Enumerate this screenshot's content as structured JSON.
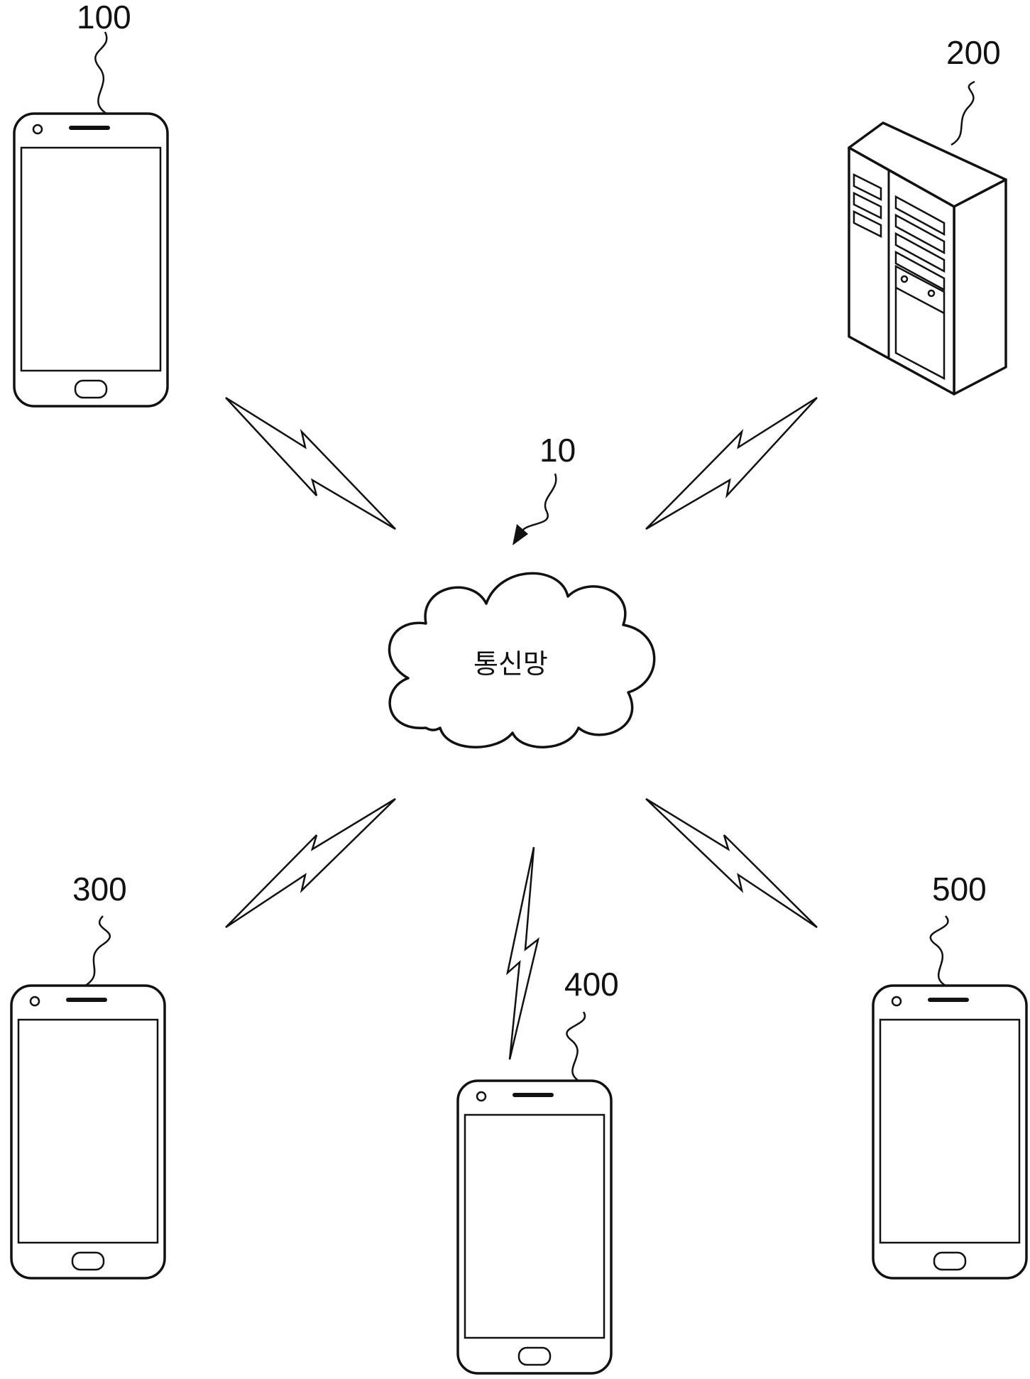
{
  "network": {
    "label": "통신망",
    "ref": "10"
  },
  "devices": [
    {
      "id": "device-100",
      "ref": "100",
      "kind": "smartphone"
    },
    {
      "id": "device-200",
      "ref": "200",
      "kind": "server"
    },
    {
      "id": "device-300",
      "ref": "300",
      "kind": "smartphone"
    },
    {
      "id": "device-400",
      "ref": "400",
      "kind": "smartphone"
    },
    {
      "id": "device-500",
      "ref": "500",
      "kind": "smartphone"
    }
  ],
  "links": [
    {
      "from": "100",
      "to": "10",
      "style": "lightning-bolt"
    },
    {
      "from": "200",
      "to": "10",
      "style": "lightning-bolt"
    },
    {
      "from": "300",
      "to": "10",
      "style": "lightning-bolt"
    },
    {
      "from": "400",
      "to": "10",
      "style": "lightning-bolt"
    },
    {
      "from": "500",
      "to": "10",
      "style": "lightning-bolt"
    }
  ]
}
